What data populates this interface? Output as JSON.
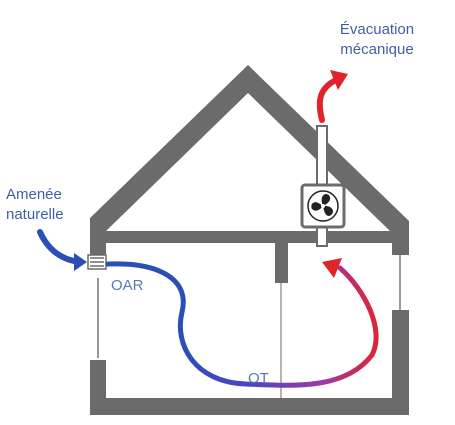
{
  "labels": {
    "exhaust_line1": "Évacuation",
    "exhaust_line2": "mécanique",
    "inlet_line1": "Amenée",
    "inlet_line2": "naturelle",
    "oar": "OAR",
    "ot": "OT"
  },
  "colors": {
    "walls": "#6b6b6b",
    "inlet_flow": "#2a4fb5",
    "exhaust_flow": "#e0242c",
    "transition_flow": "#7a3fbf",
    "label_text": "#3f5fa8"
  },
  "icons": {
    "fan": "fan-icon",
    "inlet_vent": "vent-grille-icon"
  }
}
